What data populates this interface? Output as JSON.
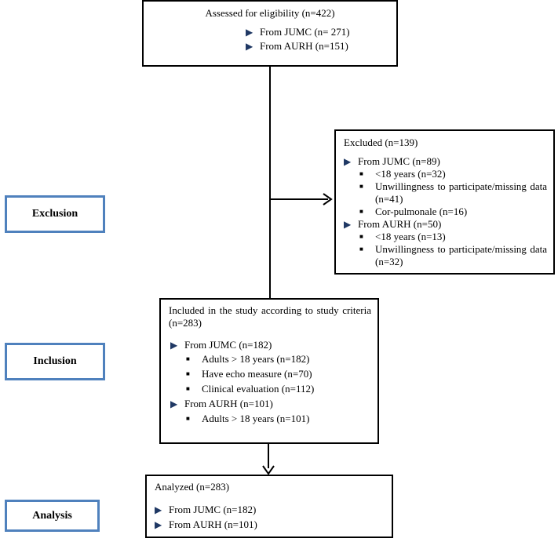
{
  "assessed": {
    "title": "Assessed for eligibility (n=422)",
    "items": [
      "From JUMC (n= 271)",
      "From AURH (n=151)"
    ]
  },
  "excluded": {
    "title": "Excluded (n=139)",
    "groups": [
      {
        "label": "From JUMC (n=89)",
        "items": [
          "<18 years (n=32)",
          "Unwillingness to participate/missing data (n=41)",
          "Cor-pulmonale (n=16)"
        ]
      },
      {
        "label": "From AURH (n=50)",
        "items": [
          "<18 years (n=13)",
          "Unwillingness to participate/missing data (n=32)"
        ]
      }
    ]
  },
  "included": {
    "title": "Included in the study according to study criteria (n=283)",
    "groups": [
      {
        "label": "From JUMC (n=182)",
        "items": [
          "Adults > 18 years (n=182)",
          "Have echo measure (n=70)",
          "Clinical evaluation (n=112)"
        ]
      },
      {
        "label": "From AURH (n=101)",
        "items": [
          "Adults > 18 years (n=101)"
        ]
      }
    ]
  },
  "analyzed": {
    "title": "Analyzed (n=283)",
    "items": [
      "From JUMC (n=182)",
      "From AURH (n=101)"
    ]
  },
  "stages": {
    "exclusion": "Exclusion",
    "inclusion": "Inclusion",
    "analysis": "Analysis"
  },
  "colors": {
    "stage_border": "#4f81bd",
    "bullet_triangle": "#1f3864"
  }
}
